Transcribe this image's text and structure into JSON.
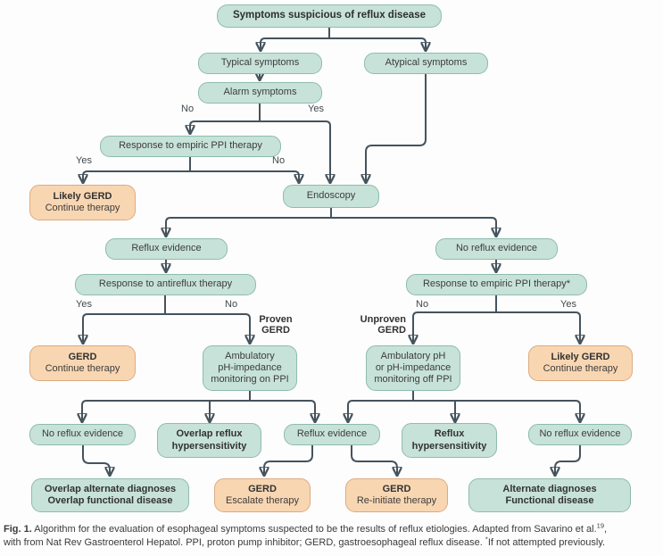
{
  "nodes": {
    "symptoms": {
      "label": "Symptoms suspicious of reflux disease"
    },
    "typical": {
      "label": "Typical symptoms"
    },
    "atypical": {
      "label": "Atypical symptoms"
    },
    "alarm": {
      "label": "Alarm symptoms"
    },
    "response_empiric_ppi": {
      "label": "Response to empiric PPI therapy"
    },
    "likely_gerd_left": {
      "lines": [
        "Likely GERD",
        "Continue therapy"
      ]
    },
    "endoscopy": {
      "label": "Endoscopy"
    },
    "reflux_evidence_left": {
      "label": "Reflux evidence"
    },
    "no_reflux_evidence_right": {
      "label": "No reflux evidence"
    },
    "response_antireflux": {
      "label": "Response to antireflux therapy"
    },
    "response_empiric_ppi_star": {
      "label": "Response to empiric PPI therapy*"
    },
    "gerd_continue": {
      "lines": [
        "GERD",
        "Continue therapy"
      ]
    },
    "ambulatory_on_ppi": {
      "lines": [
        "Ambulatory",
        "pH-impedance",
        "monitoring on PPI"
      ]
    },
    "ambulatory_off_ppi": {
      "lines": [
        "Ambulatory pH",
        "or pH-impedance",
        "monitoring off PPI"
      ]
    },
    "likely_gerd_right": {
      "lines": [
        "Likely GERD",
        "Continue therapy"
      ]
    },
    "no_reflux_bottom_left": {
      "label": "No reflux evidence"
    },
    "overlap_reflux_hypersensitivity": {
      "lines": [
        "Overlap reflux",
        "hypersensitivity"
      ]
    },
    "reflux_evidence_center": {
      "label": "Reflux evidence"
    },
    "reflux_hypersensitivity": {
      "lines": [
        "Reflux",
        "hypersensitivity"
      ]
    },
    "no_reflux_bottom_right": {
      "label": "No reflux evidence"
    },
    "overlap_alternate": {
      "lines": [
        "Overlap alternate diagnoses",
        "Overlap functional disease"
      ]
    },
    "gerd_escalate": {
      "lines": [
        "GERD",
        "Escalate therapy"
      ]
    },
    "gerd_reinitiate": {
      "lines": [
        "GERD",
        "Re-initiate therapy"
      ]
    },
    "alternate_diagnoses": {
      "lines": [
        "Alternate diagnoses",
        "Functional disease"
      ]
    }
  },
  "edge_labels": {
    "alarm_no": "No",
    "alarm_yes": "Yes",
    "ppi_yes": "Yes",
    "ppi_no": "No",
    "antireflux_yes": "Yes",
    "antireflux_no": "No",
    "ppi2_no": "No",
    "ppi2_yes": "Yes"
  },
  "side_labels": {
    "proven": [
      "Proven",
      "GERD"
    ],
    "unproven": [
      "Unproven",
      "GERD"
    ]
  },
  "caption": {
    "fig": "Fig. 1.",
    "line1": " Algorithm for the evaluation of esophageal symptoms suspected to be the results of reflux etiologies. Adapted from Savarino et al.",
    "line1_sup": "19",
    "line1_tail": ",",
    "line2": "with from Nat Rev Gastroenterol Hepatol. PPI, proton pump inhibitor; GERD, gastroesophageal reflux disease. ",
    "line2_sup": "*",
    "line2_tail": "If not attempted previously."
  },
  "colors": {
    "box_green_fill": "#c7e2d8",
    "box_green_border": "#8ebcad",
    "box_orange_fill": "#f9d6b2",
    "box_orange_border": "#dcab80",
    "arrow": "#45535d",
    "text": "#3c3c3c",
    "background": "#fdfdfd"
  }
}
